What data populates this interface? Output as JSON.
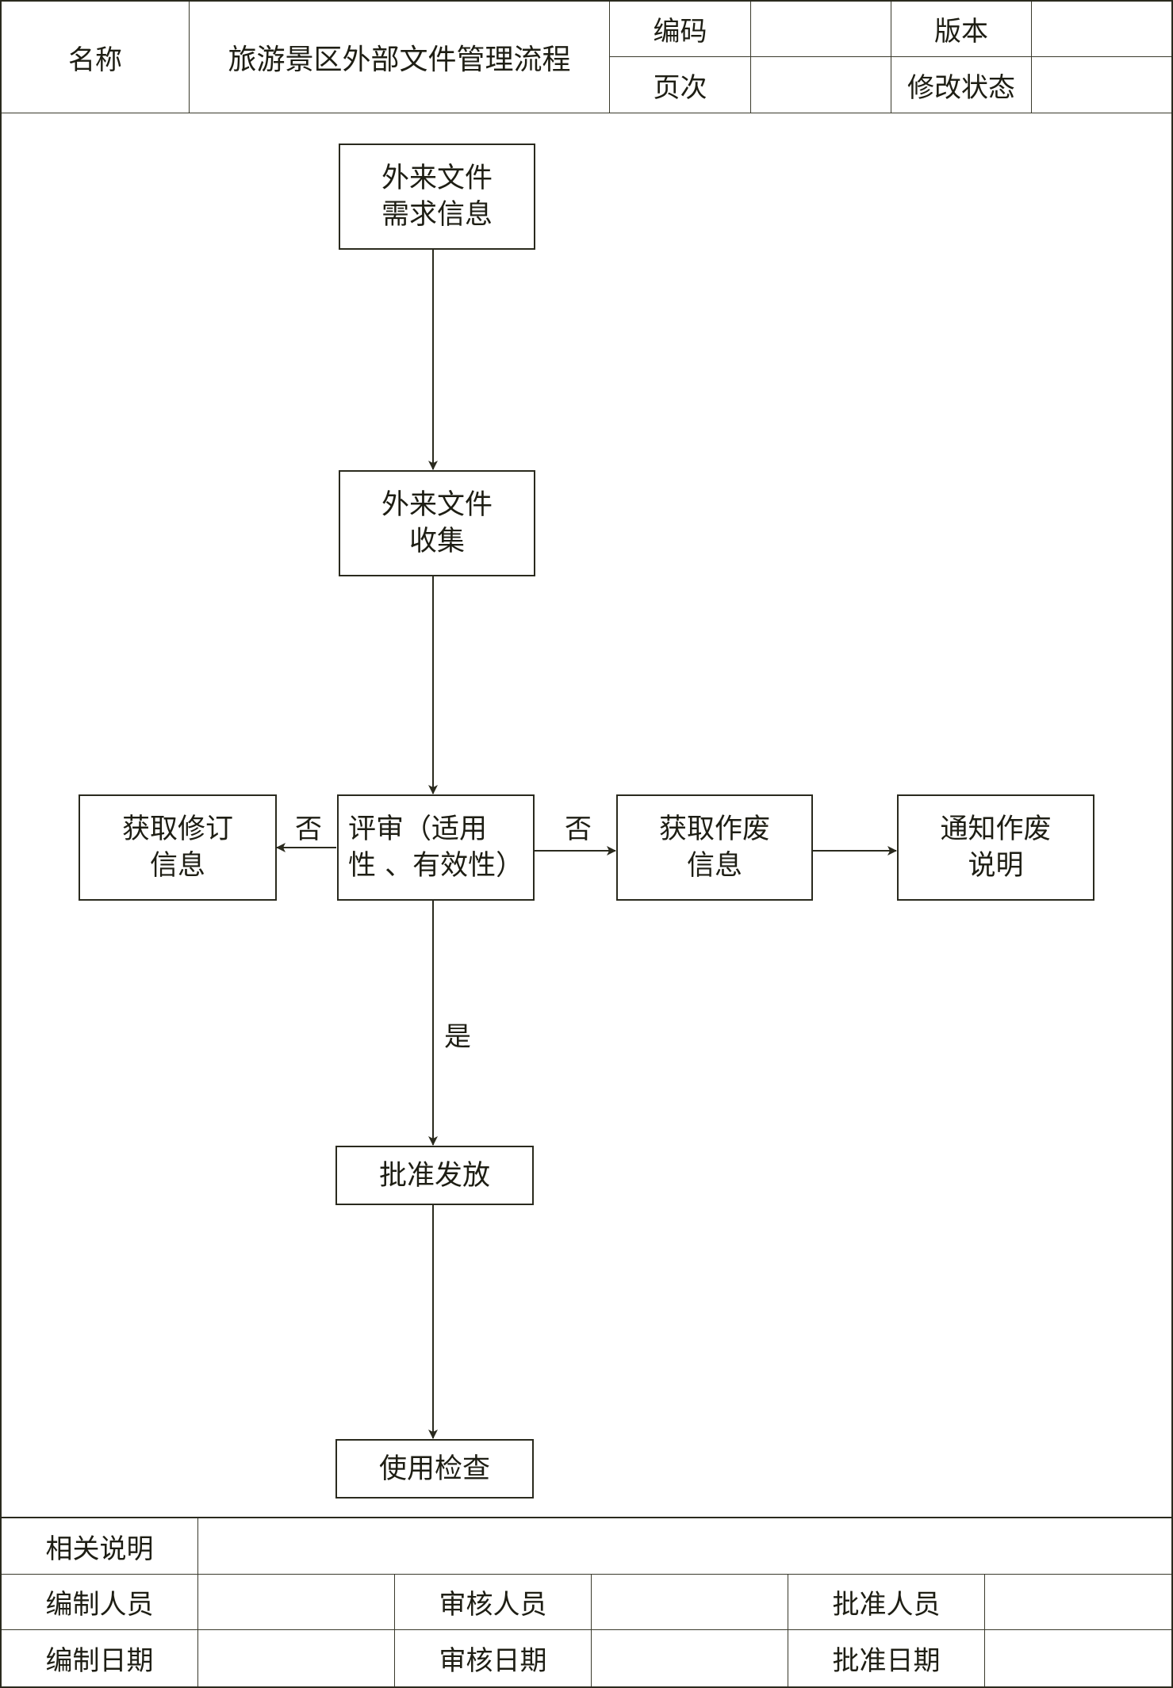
{
  "header": {
    "name_label": "名称",
    "title": "旅游景区外部文件管理流程",
    "code_label": "编码",
    "code_value": "",
    "version_label": "版本",
    "version_value": "",
    "page_label": "页次",
    "page_value": "",
    "revision_label": "修改状态",
    "revision_value": ""
  },
  "flow": {
    "nodes": {
      "demand": "外来文件\n需求信息",
      "collect": "外来文件\n收集",
      "review": "评审（适用\n性 、有效性）",
      "revise": "获取修订\n信息",
      "obsolete": "获取作废\n信息",
      "notify": "通知作废\n说明",
      "approve": "批准发放",
      "use": "使用检查"
    },
    "edge_labels": {
      "no_left": "否",
      "no_right": "否",
      "yes": "是"
    }
  },
  "footer": {
    "notes_label": "相关说明",
    "notes_value": "",
    "prepared_by_label": "编制人员",
    "reviewed_by_label": "审核人员",
    "approved_by_label": "批准人员",
    "prepared_date_label": "编制日期",
    "reviewed_date_label": "审核日期",
    "approved_date_label": "批准日期"
  }
}
